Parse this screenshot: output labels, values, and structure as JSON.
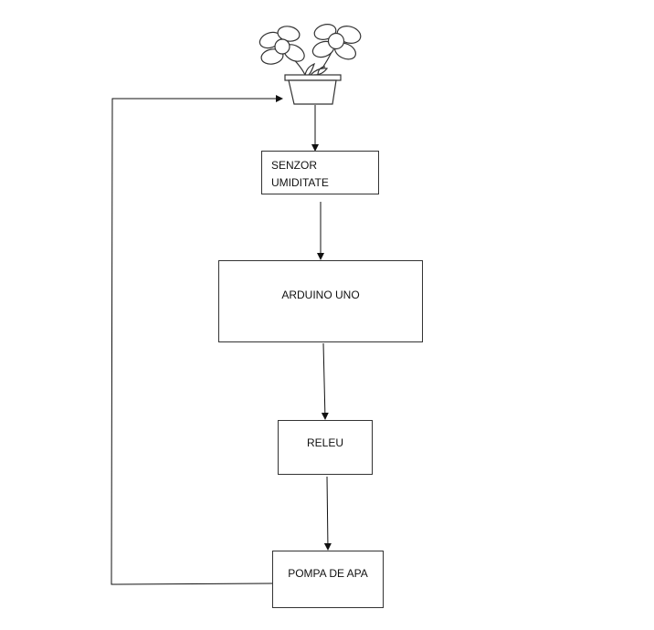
{
  "nodes": {
    "sensor": {
      "line1": "SENZOR",
      "line2": "UMIDITATE"
    },
    "arduino": {
      "label": "ARDUINO UNO"
    },
    "releu": {
      "label": "RELEU"
    },
    "pompa": {
      "label": "POMPA DE APA"
    }
  },
  "icons": {
    "plant": "potted-flowers-icon"
  },
  "colors": {
    "stroke": "#333333",
    "text": "#111111"
  }
}
